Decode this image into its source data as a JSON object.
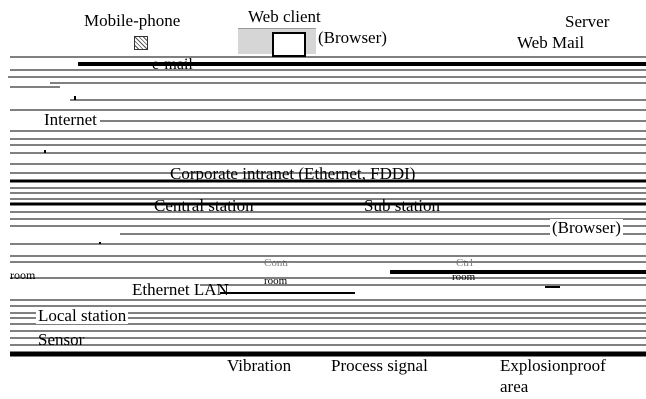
{
  "labels": {
    "mobile_phone": "Mobile-phone",
    "web_client": "Web client",
    "browser_top": "(Browser)",
    "server": "Server",
    "web_mail": "Web  Mail",
    "email": "e-mail",
    "internet": "Internet",
    "corporate_intranet": "Corporate intranet (Ethernet, FDDI)",
    "central_station": "Central station",
    "sub_station": "Sub station",
    "browser_right": "(Browser)",
    "room_left": "room",
    "room_mid_top": "Contr",
    "room_mid_bottom": "room",
    "room_right_top": "Ctrl",
    "room_right_bottom": "room",
    "ethernet_lan": "Ethernet LAN",
    "local_station": "Local station",
    "sensor": "Sensor",
    "vibration": "Vibration",
    "process_signal": "Process signal",
    "explosion_proof_1": "Explosionproof",
    "explosion_proof_2": "area"
  },
  "icons": {
    "phone": "mobile-phone-icon",
    "browser": "browser-window-icon"
  },
  "colors": {
    "line": "#000000",
    "background": "#ffffff",
    "icon_gray": "#d6d6d6"
  }
}
